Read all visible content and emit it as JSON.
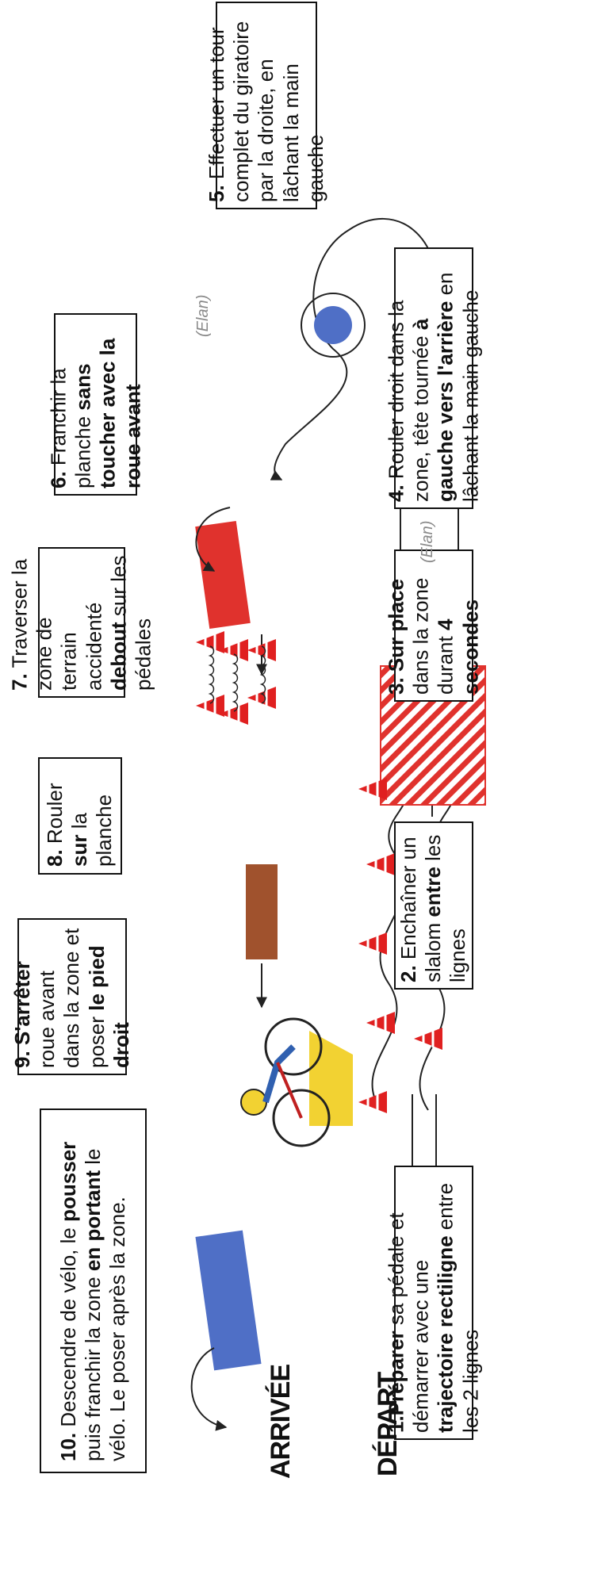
{
  "steps": [
    {
      "id": "1",
      "num": "1.",
      "parts": [
        {
          "t": "Préparer",
          "b": true
        },
        {
          "t": " sa pédale et démarrer avec une ",
          "b": false
        },
        {
          "t": "trajectoire rectiligne",
          "b": true
        },
        {
          "t": " entre les 2 lignes",
          "b": false
        }
      ]
    },
    {
      "id": "2",
      "num": "2.",
      "parts": [
        {
          "t": " Enchaîner un slalom ",
          "b": false
        },
        {
          "t": "entre",
          "b": true
        },
        {
          "t": " les lignes",
          "b": false
        }
      ]
    },
    {
      "id": "3",
      "num": "3.",
      "parts": [
        {
          "t": " Sur place",
          "b": true
        },
        {
          "t": " dans la zone durant ",
          "b": false
        },
        {
          "t": "4 secondes",
          "b": true
        }
      ]
    },
    {
      "id": "4",
      "num": "4.",
      "parts": [
        {
          "t": " Rouler droit dans la zone, tête tournée ",
          "b": false
        },
        {
          "t": "à gauche vers l'arrière",
          "b": true
        },
        {
          "t": " en lâchant la main gauche",
          "b": false
        }
      ]
    },
    {
      "id": "5",
      "num": "5.",
      "parts": [
        {
          "t": " Effectuer un tour complet du giratoire par la droite, en lâchant la main gauche",
          "b": false
        }
      ]
    },
    {
      "id": "6",
      "num": "6.",
      "parts": [
        {
          "t": " Franchir la planche ",
          "b": false
        },
        {
          "t": "sans toucher avec la roue avant",
          "b": true
        }
      ]
    },
    {
      "id": "7",
      "num": "7.",
      "parts": [
        {
          "t": " Traverser la zone de terrain accidenté ",
          "b": false
        },
        {
          "t": "debout",
          "b": true
        },
        {
          "t": " sur les pédales",
          "b": false
        }
      ]
    },
    {
      "id": "8",
      "num": "8.",
      "parts": [
        {
          "t": " Rouler ",
          "b": false
        },
        {
          "t": "sur",
          "b": true
        },
        {
          "t": " la planche",
          "b": false
        }
      ]
    },
    {
      "id": "9",
      "num": "9.",
      "parts": [
        {
          "t": " S'arrêter",
          "b": true
        },
        {
          "t": " roue avant dans la zone et poser ",
          "b": false
        },
        {
          "t": "le pied droit",
          "b": true
        }
      ]
    },
    {
      "id": "10",
      "num": "10.",
      "parts": [
        {
          "t": " Descendre de vélo, le ",
          "b": false
        },
        {
          "t": "pousser",
          "b": true
        },
        {
          "t": " puis franchir la zone ",
          "b": false
        },
        {
          "t": "en portant",
          "b": true
        },
        {
          "t": " le vélo. Le poser après la zone.",
          "b": false
        }
      ]
    }
  ],
  "labels": {
    "arrivee": "ARRIVÉE",
    "depart": "DÉPART",
    "elan1": "(Elan)",
    "elan2": "(Elan)"
  },
  "colors": {
    "board_blue": "#4f6fc6",
    "board_red": "#e0322d",
    "board_brown": "#a0522d",
    "circle_blue": "#4f6fc6",
    "cone_red": "#e02020",
    "yellow": "#f2d232"
  },
  "icons": {
    "cyclist": "cyclist-illustration",
    "cone": "traffic-cone-icon"
  }
}
